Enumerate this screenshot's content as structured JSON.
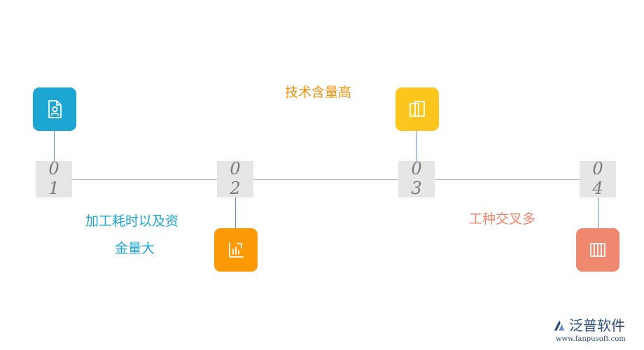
{
  "steps": [
    {
      "num_top": "0",
      "num_bottom": "1",
      "icon": "user-document-icon",
      "color": "#1ba6d3",
      "label_lines": [
        "加工耗时以及资",
        "金量大"
      ],
      "label_color": "#1ba6d3"
    },
    {
      "num_top": "0",
      "num_bottom": "2",
      "icon": "bar-chart-icon",
      "color": "#fb9a06",
      "label_lines": [
        "技术含量高"
      ],
      "label_color": "#f2920f"
    },
    {
      "num_top": "0",
      "num_bottom": "3",
      "icon": "mobile-device-icon",
      "color": "#fcc61c",
      "label_lines": [
        "工种交叉多"
      ],
      "label_color": "#ef8467"
    },
    {
      "num_top": "0",
      "num_bottom": "4",
      "icon": "columns-icon",
      "color": "#f0876f",
      "label_lines": [],
      "label_color": "#ef8467"
    }
  ],
  "logo": {
    "brand": "泛普软件",
    "url": "www.fanpusoft.com"
  }
}
